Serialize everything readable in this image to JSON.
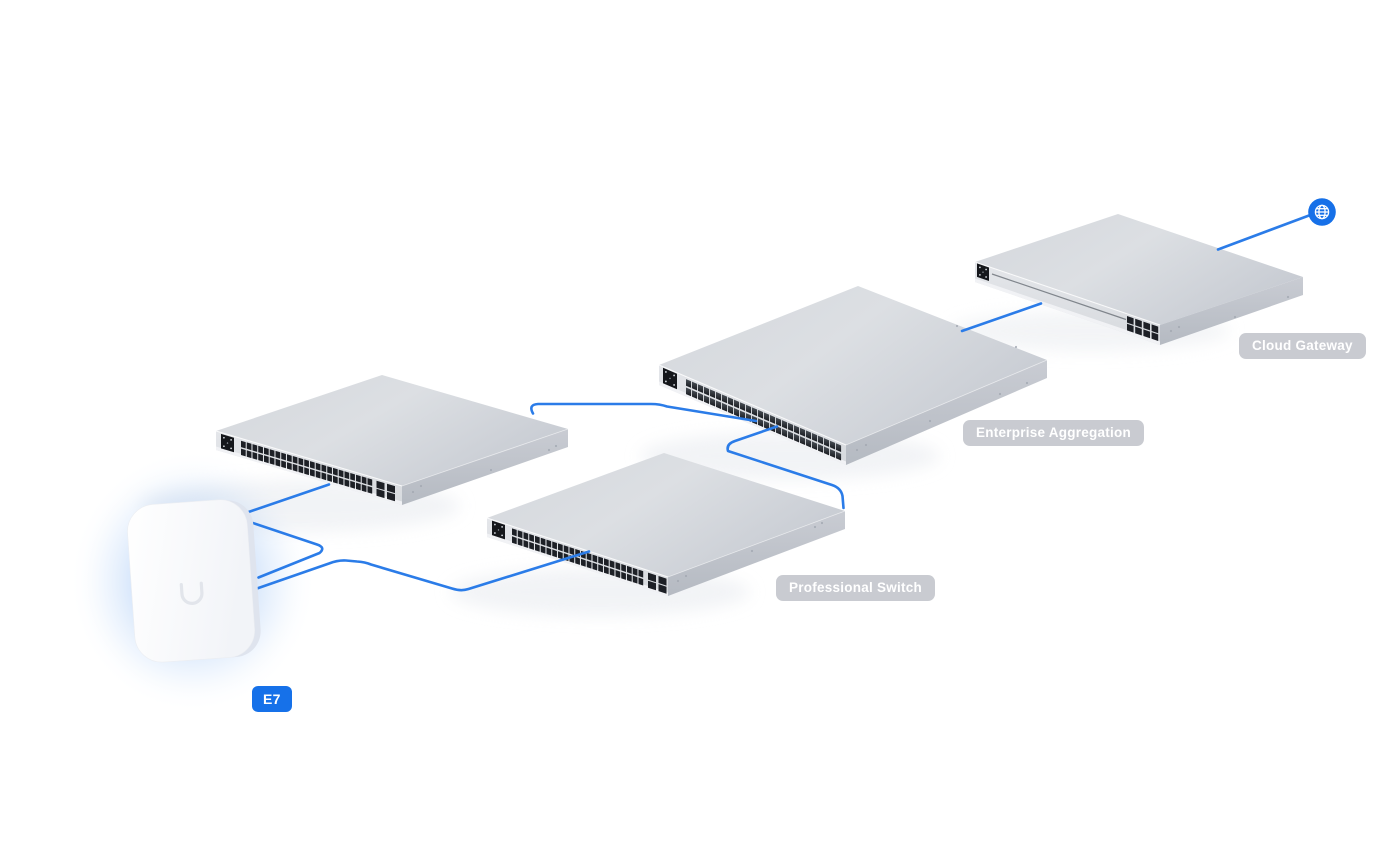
{
  "diagram": {
    "title": "Network topology diagram",
    "background": "#ffffff"
  },
  "devices": {
    "e7": {
      "label": "E7",
      "type": "access-point"
    },
    "switch_48port_left": {
      "label": "",
      "type": "48-port switch"
    },
    "professional_switch": {
      "label": "Professional Switch",
      "type": "48-port switch"
    },
    "enterprise_aggregation": {
      "label": "Enterprise Aggregation",
      "type": "aggregation switch"
    },
    "cloud_gateway": {
      "label": "Cloud Gateway",
      "type": "rackmount gateway"
    }
  },
  "icons": {
    "internet": "globe-icon"
  },
  "colors": {
    "accent_blue": "#1671e9",
    "wire_blue": "#2b7ce8",
    "label_bg": "#c4c7cd",
    "label_text": "#ffffff",
    "device_gray": "#d4d7dc",
    "glow_blue": "#8bb7f3"
  }
}
